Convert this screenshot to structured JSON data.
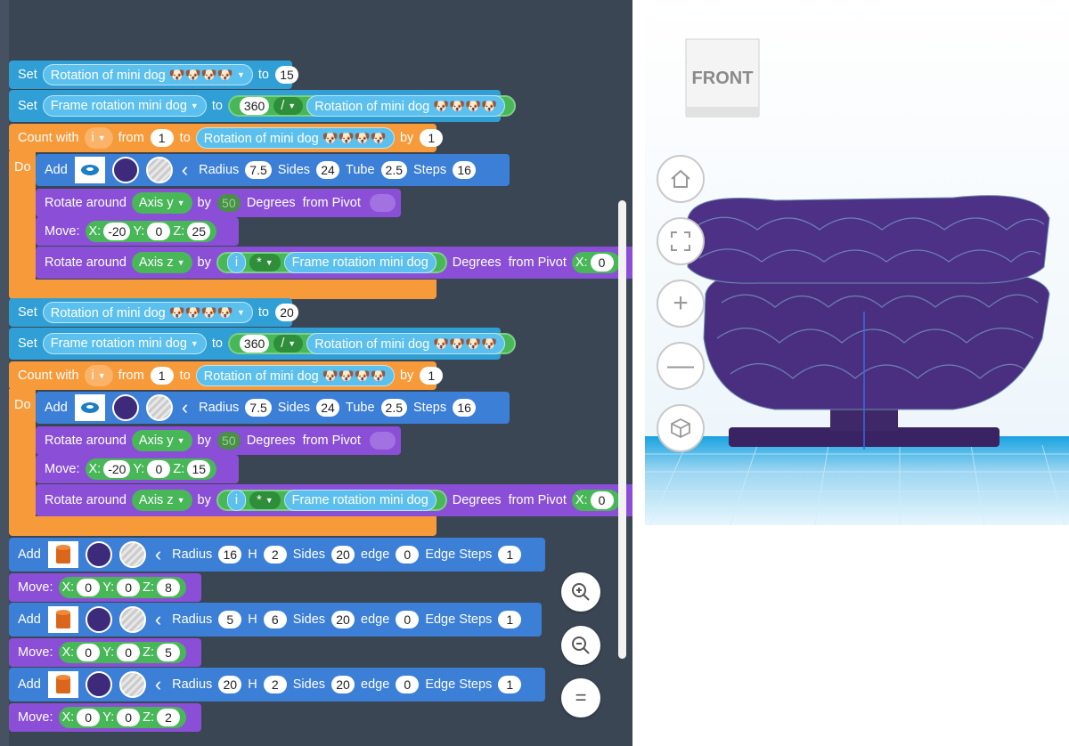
{
  "code": {
    "set1": {
      "kw": "Set",
      "var": "Rotation of mini dog 🐶🐶🐶🐶",
      "to": "to",
      "val": "15"
    },
    "set2": {
      "kw": "Set",
      "var": "Frame rotation mini dog",
      "to": "to",
      "a": "360",
      "op": "/",
      "b": "Rotation of mini dog 🐶🐶🐶🐶"
    },
    "loop1": {
      "count": "Count with",
      "iv": "i",
      "from": "from",
      "start": "1",
      "to": "to",
      "end": "Rotation of mini dog 🐶🐶🐶🐶",
      "by": "by",
      "step": "1",
      "do": "Do"
    },
    "add1": {
      "kw": "Add",
      "radius_l": "Radius",
      "radius": "7.5",
      "sides_l": "Sides",
      "sides": "24",
      "tube_l": "Tube",
      "tube": "2.5",
      "steps_l": "Steps",
      "steps": "16"
    },
    "rot1": {
      "kw": "Rotate around",
      "axis": "Axis y",
      "by": "by",
      "val": "50",
      "deg": "Degrees",
      "from": "from Pivot"
    },
    "mov1": {
      "kw": "Move:",
      "xl": "X:",
      "x": "-20",
      "yl": "Y:",
      "y": "0",
      "zl": "Z:",
      "z": "25"
    },
    "rot2": {
      "kw": "Rotate around",
      "axis": "Axis z",
      "by": "by",
      "i": "i",
      "op": "*",
      "var": "Frame rotation mini dog",
      "deg": "Degrees",
      "from": "from Pivot",
      "xl": "X:",
      "x": "0"
    },
    "set3": {
      "kw": "Set",
      "var": "Rotation of mini dog 🐶🐶🐶🐶",
      "to": "to",
      "val": "20"
    },
    "set4": {
      "kw": "Set",
      "var": "Frame rotation mini dog",
      "to": "to",
      "a": "360",
      "op": "/",
      "b": "Rotation of mini dog 🐶🐶🐶🐶"
    },
    "loop2": {
      "count": "Count with",
      "iv": "i",
      "from": "from",
      "start": "1",
      "to": "to",
      "end": "Rotation of mini dog 🐶🐶🐶🐶",
      "by": "by",
      "step": "1",
      "do": "Do"
    },
    "add2": {
      "kw": "Add",
      "radius_l": "Radius",
      "radius": "7.5",
      "sides_l": "Sides",
      "sides": "24",
      "tube_l": "Tube",
      "tube": "2.5",
      "steps_l": "Steps",
      "steps": "16"
    },
    "rot3": {
      "kw": "Rotate around",
      "axis": "Axis y",
      "by": "by",
      "val": "50",
      "deg": "Degrees",
      "from": "from Pivot"
    },
    "mov2": {
      "kw": "Move:",
      "xl": "X:",
      "x": "-20",
      "yl": "Y:",
      "y": "0",
      "zl": "Z:",
      "z": "15"
    },
    "rot4": {
      "kw": "Rotate around",
      "axis": "Axis z",
      "by": "by",
      "i": "i",
      "op": "*",
      "var": "Frame rotation mini dog",
      "deg": "Degrees",
      "from": "from Pivot",
      "xl": "X:",
      "x": "0"
    },
    "cyl1": {
      "kw": "Add",
      "radius_l": "Radius",
      "radius": "16",
      "h_l": "H",
      "h": "2",
      "sides_l": "Sides",
      "sides": "20",
      "edge_l": "edge",
      "edge": "0",
      "es_l": "Edge Steps",
      "es": "1"
    },
    "mov3": {
      "kw": "Move:",
      "xl": "X:",
      "x": "0",
      "yl": "Y:",
      "y": "0",
      "zl": "Z:",
      "z": "8"
    },
    "cyl2": {
      "kw": "Add",
      "radius_l": "Radius",
      "radius": "5",
      "h_l": "H",
      "h": "6",
      "sides_l": "Sides",
      "sides": "20",
      "edge_l": "edge",
      "edge": "0",
      "es_l": "Edge Steps",
      "es": "1"
    },
    "mov4": {
      "kw": "Move:",
      "xl": "X:",
      "x": "0",
      "yl": "Y:",
      "y": "0",
      "zl": "Z:",
      "z": "5"
    },
    "cyl3": {
      "kw": "Add",
      "radius_l": "Radius",
      "radius": "20",
      "h_l": "H",
      "h": "2",
      "sides_l": "Sides",
      "sides": "20",
      "edge_l": "edge",
      "edge": "0",
      "es_l": "Edge Steps",
      "es": "1"
    },
    "mov5": {
      "kw": "Move:",
      "xl": "X:",
      "x": "0",
      "yl": "Y:",
      "y": "0",
      "zl": "Z:",
      "z": "2"
    }
  },
  "viewer": {
    "cube_label": "FRONT"
  },
  "icons": {
    "zoom_in": "zoom-in-icon",
    "zoom_out": "zoom-out-icon",
    "reset": "equals-icon",
    "home": "home-icon",
    "fit": "fit-icon",
    "plus": "plus-icon",
    "minus": "minus-icon",
    "view": "cube-view-icon"
  },
  "colors": {
    "set_block": "#2f9fd6",
    "loop_block": "#f79a3a",
    "add_block": "#3c7fd6",
    "transform_block": "#8a4fd6",
    "math_block": "#3aa64a",
    "shape_color": "#3e2a7a"
  }
}
